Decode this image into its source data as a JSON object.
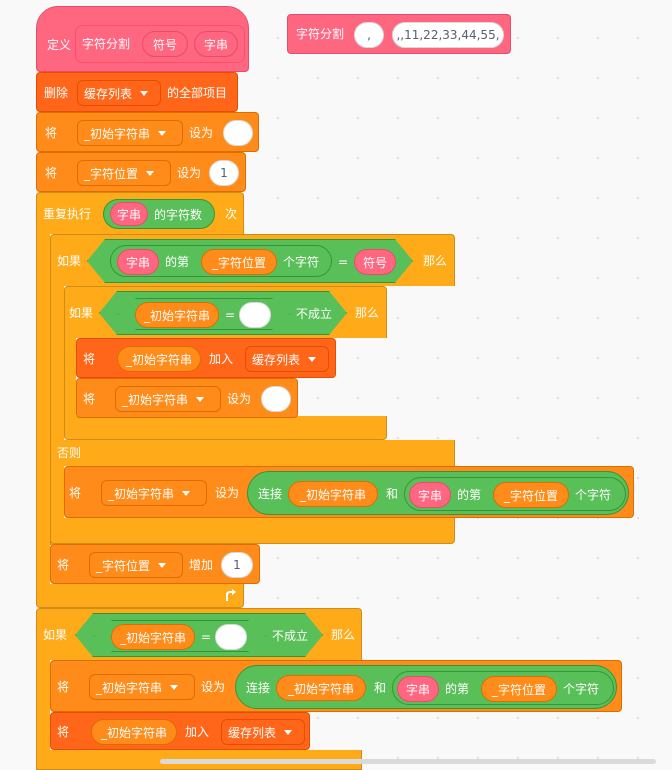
{
  "define": {
    "label": "定义",
    "name": "字符分割",
    "param1": "符号",
    "param2": "字串"
  },
  "call": {
    "name": "字符分割",
    "arg1": ",",
    "arg2": ",,11,22,33,44,55,"
  },
  "s1": {
    "label": "删除",
    "list": "缓存列表",
    "suffix": "的全部项目"
  },
  "s2": {
    "label": "将",
    "var": "_初始字符串",
    "mid": "设为",
    "value": ""
  },
  "s3": {
    "label": "将",
    "var": "_字符位置",
    "mid": "设为",
    "value": "1"
  },
  "repeat": {
    "label": "重复执行",
    "rep": "字串",
    "of": "的字符数",
    "times": "次"
  },
  "if1": {
    "label": "如果",
    "rep": "字串",
    "the": "的第",
    "var": "_字符位置",
    "char": "个字符",
    "eq": "=",
    "sym": "符号",
    "then": "那么"
  },
  "if2": {
    "label": "如果",
    "var": "_初始字符串",
    "eq": "=",
    "value": "",
    "not": "不成立",
    "then": "那么"
  },
  "s4": {
    "label": "将",
    "var": "_初始字符串",
    "mid": "加入",
    "list": "缓存列表"
  },
  "s5": {
    "label": "将",
    "var": "_初始字符串",
    "mid": "设为",
    "value": ""
  },
  "else": {
    "label": "否则"
  },
  "s6": {
    "label": "将",
    "var": "_初始字符串",
    "mid": "设为",
    "join": "连接",
    "a": "_初始字符串",
    "and": "和",
    "rep": "字串",
    "the": "的第",
    "pos": "_字符位置",
    "char": "个字符"
  },
  "s7": {
    "label": "将",
    "var": "_字符位置",
    "mid": "增加",
    "value": "1"
  },
  "if3": {
    "label": "如果",
    "var": "_初始字符串",
    "eq": "=",
    "value": "",
    "not": "不成立",
    "then": "那么"
  },
  "s8": {
    "label": "将",
    "var": "_初始字符串",
    "mid": "设为",
    "join": "连接",
    "a": "_初始字符串",
    "and": "和",
    "rep": "字串",
    "the": "的第",
    "pos": "_字符位置",
    "char": "个字符"
  },
  "s9": {
    "label": "将",
    "var": "_初始字符串",
    "mid": "加入",
    "list": "缓存列表"
  }
}
